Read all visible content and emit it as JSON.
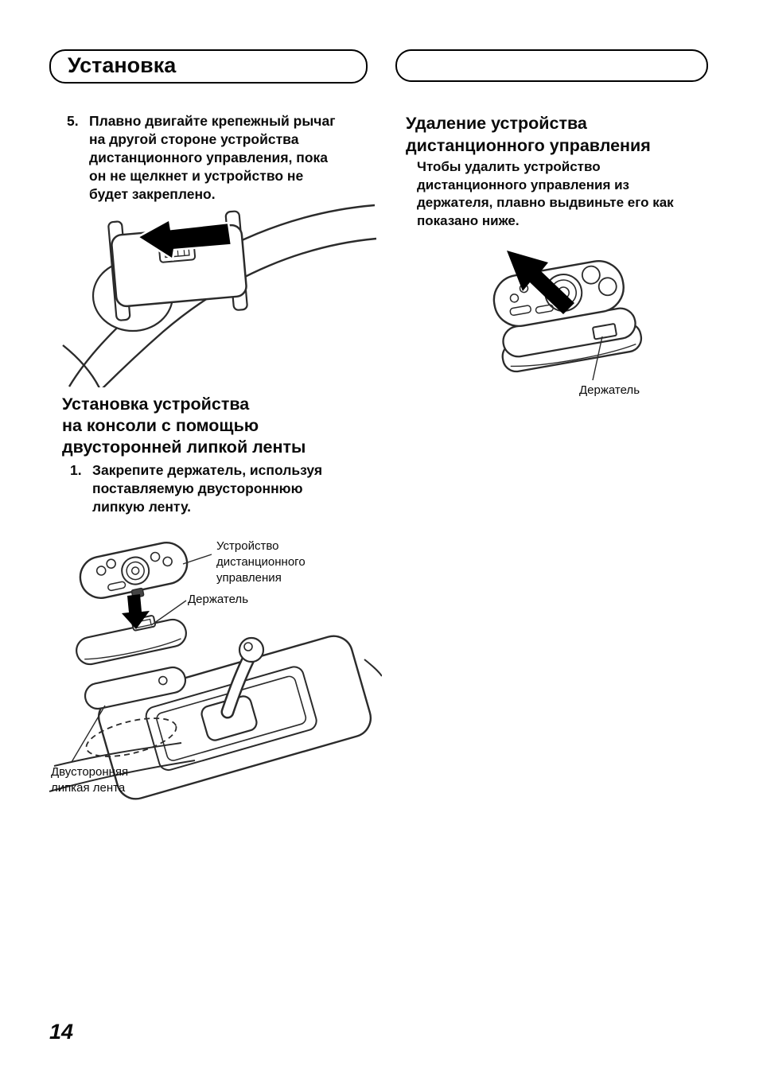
{
  "header": {
    "section_title": "Установка"
  },
  "footer": {
    "page_number": "14"
  },
  "left_column": {
    "step5": {
      "number": "5.",
      "text": "Плавно двигайте крепежный рычаг\nна другой стороне устройства\nдистанционного управления, пока\nон не щелкнет и устройство не\nбудет закреплено."
    },
    "install_section": {
      "title": "Установка устройства\nна консоли с помощью\nдвусторонней липкой ленты",
      "step1": {
        "number": "1.",
        "text": "Закрепите держатель, используя\nпоставляемую двустороннюю\nлипкую ленту."
      },
      "figure_labels": {
        "remote_device": "Устройство\nдистанционного\nуправления",
        "holder": "Держатель",
        "adhesive_tape": "Двусторонняя\nлипкая лента"
      }
    }
  },
  "right_column": {
    "removal_section": {
      "title": "Удаление устройства\nдистанционного управления",
      "body": "Чтобы удалить устройство\nдистанционного управления из\nдержателя, плавно выдвиньте его как\nпоказано ниже.",
      "figure_labels": {
        "holder": "Держатель"
      }
    }
  }
}
